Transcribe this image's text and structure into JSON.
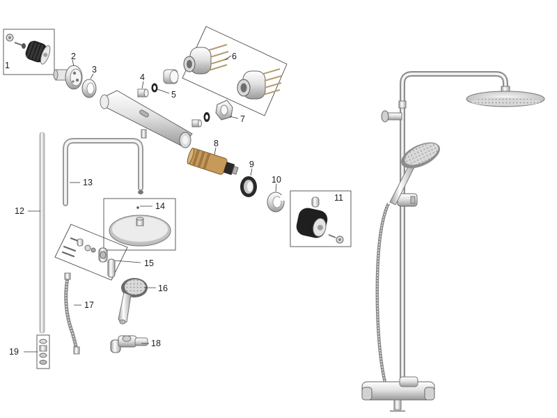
{
  "parts": [
    {
      "id": "part-1",
      "label": "1"
    },
    {
      "id": "part-2",
      "label": "2"
    },
    {
      "id": "part-3",
      "label": "3"
    },
    {
      "id": "part-4",
      "label": "4"
    },
    {
      "id": "part-5",
      "label": "5"
    },
    {
      "id": "part-6",
      "label": "6"
    },
    {
      "id": "part-7",
      "label": "7"
    },
    {
      "id": "part-8",
      "label": "8"
    },
    {
      "id": "part-9",
      "label": "9"
    },
    {
      "id": "part-10",
      "label": "10"
    },
    {
      "id": "part-11",
      "label": "11"
    },
    {
      "id": "part-12",
      "label": "12"
    },
    {
      "id": "part-13",
      "label": "13"
    },
    {
      "id": "part-14",
      "label": "14"
    },
    {
      "id": "part-15",
      "label": "15"
    },
    {
      "id": "part-16",
      "label": "16"
    },
    {
      "id": "part-17",
      "label": "17"
    },
    {
      "id": "part-18",
      "label": "18"
    },
    {
      "id": "part-19",
      "label": "19"
    }
  ],
  "colors": {
    "chrome_light": "#f4f4f4",
    "chrome_mid": "#c9c9c9",
    "chrome_dark": "#8a8a8a",
    "handle_black": "#1f1f1f",
    "outline": "#555555",
    "label": "#1b1b1b"
  }
}
